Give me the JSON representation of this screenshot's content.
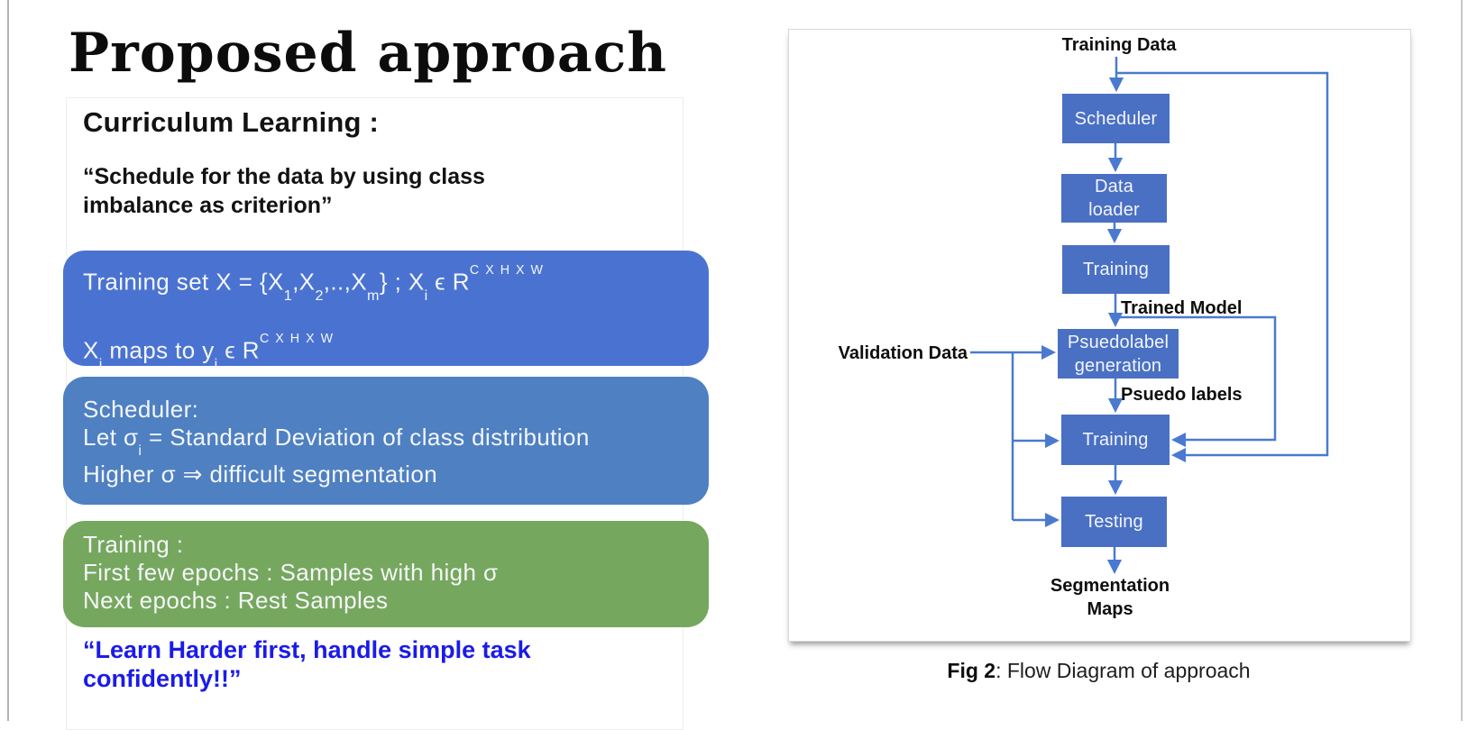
{
  "slide": {
    "title": "Proposed approach",
    "heading": "Curriculum Learning :",
    "quote": "“Schedule for the data by using class imbalance as criterion”",
    "closing_quote": "“Learn Harder first, handle simple task confidently!!”"
  },
  "pills": {
    "training_set": {
      "line1": [
        {
          "t": "Training set X = {X"
        },
        {
          "t": "1",
          "sub": true
        },
        {
          "t": ",X"
        },
        {
          "t": "2",
          "sub": true
        },
        {
          "t": ",..,X"
        },
        {
          "t": "m",
          "sub": true
        },
        {
          "t": "} ; X"
        },
        {
          "t": "i",
          "sub": true
        },
        {
          "t": " ϵ R"
        },
        {
          "t": "C X H X W",
          "sup": true
        }
      ],
      "line2": [
        {
          "t": "X"
        },
        {
          "t": "i",
          "sub": true
        },
        {
          "t": " maps to y"
        },
        {
          "t": "i",
          "sub": true
        },
        {
          "t": " ϵ R"
        },
        {
          "t": "C X H X W",
          "sup": true
        }
      ]
    },
    "scheduler": {
      "line1": "Scheduler:",
      "line2": [
        {
          "t": "Let σ"
        },
        {
          "t": "i",
          "sub": true
        },
        {
          "t": " = Standard Deviation of class distribution"
        }
      ],
      "line3": "Higher σ ⇒ difficult segmentation"
    },
    "training": {
      "line1": "Training :",
      "line2": "First few epochs : Samples with high σ",
      "line3": "Next epochs : Rest Samples"
    }
  },
  "diagram": {
    "labels": {
      "training_data": "Training Data",
      "trained_model": "Trained Model",
      "psuedo_labels": "Psuedo labels",
      "validation_data": "Validation Data",
      "segmentation_maps": "Segmentation\nMaps"
    },
    "nodes": {
      "scheduler": "Scheduler",
      "data_loader": "Data\nloader",
      "training_top": "Training",
      "psuedolabel_generation": "Psuedolabel\ngeneration",
      "training_bottom": "Training",
      "testing": "Testing"
    },
    "caption": {
      "bold": "Fig 2",
      "rest": ": Flow Diagram of approach"
    }
  },
  "colors": {
    "pill_blue_1": "#4a73d1",
    "pill_blue_2": "#4e80c2",
    "pill_green": "#76a75e",
    "diagram_blue": "#4a70c4",
    "diagram_line": "#4a7ad0",
    "closing_quote_blue": "#1b1be8"
  }
}
